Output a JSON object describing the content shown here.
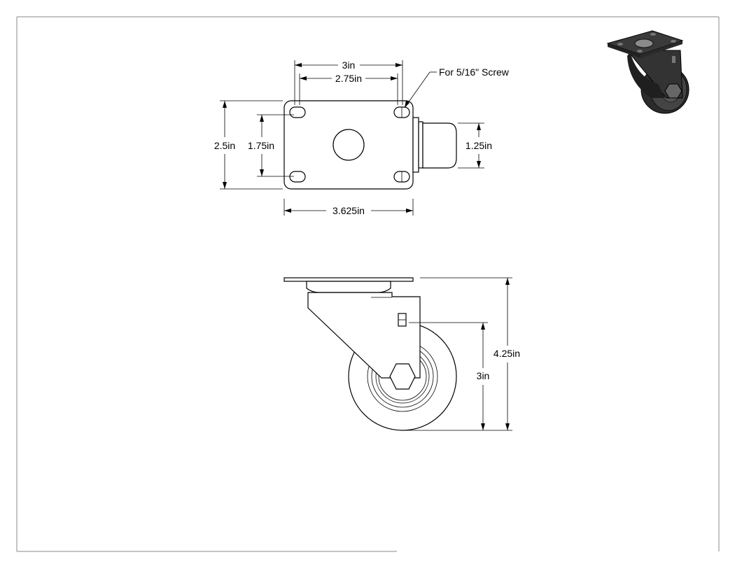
{
  "drawing": {
    "top_view": {
      "overall_width": "3in",
      "hole_spacing_width": "2.75in",
      "screw_note": "For 5/16\" Screw",
      "overall_height": "2.5in",
      "hole_spacing_height": "1.75in",
      "wheel_width": "1.25in",
      "overall_length": "3.625in"
    },
    "side_view": {
      "overall_height": "4.25in",
      "wheel_diameter": "3in"
    }
  },
  "colors": {
    "line": "#000000",
    "border": "#8a8a8a",
    "wheel_dark": "#2b2b2b",
    "wheel_mid": "#555555"
  }
}
